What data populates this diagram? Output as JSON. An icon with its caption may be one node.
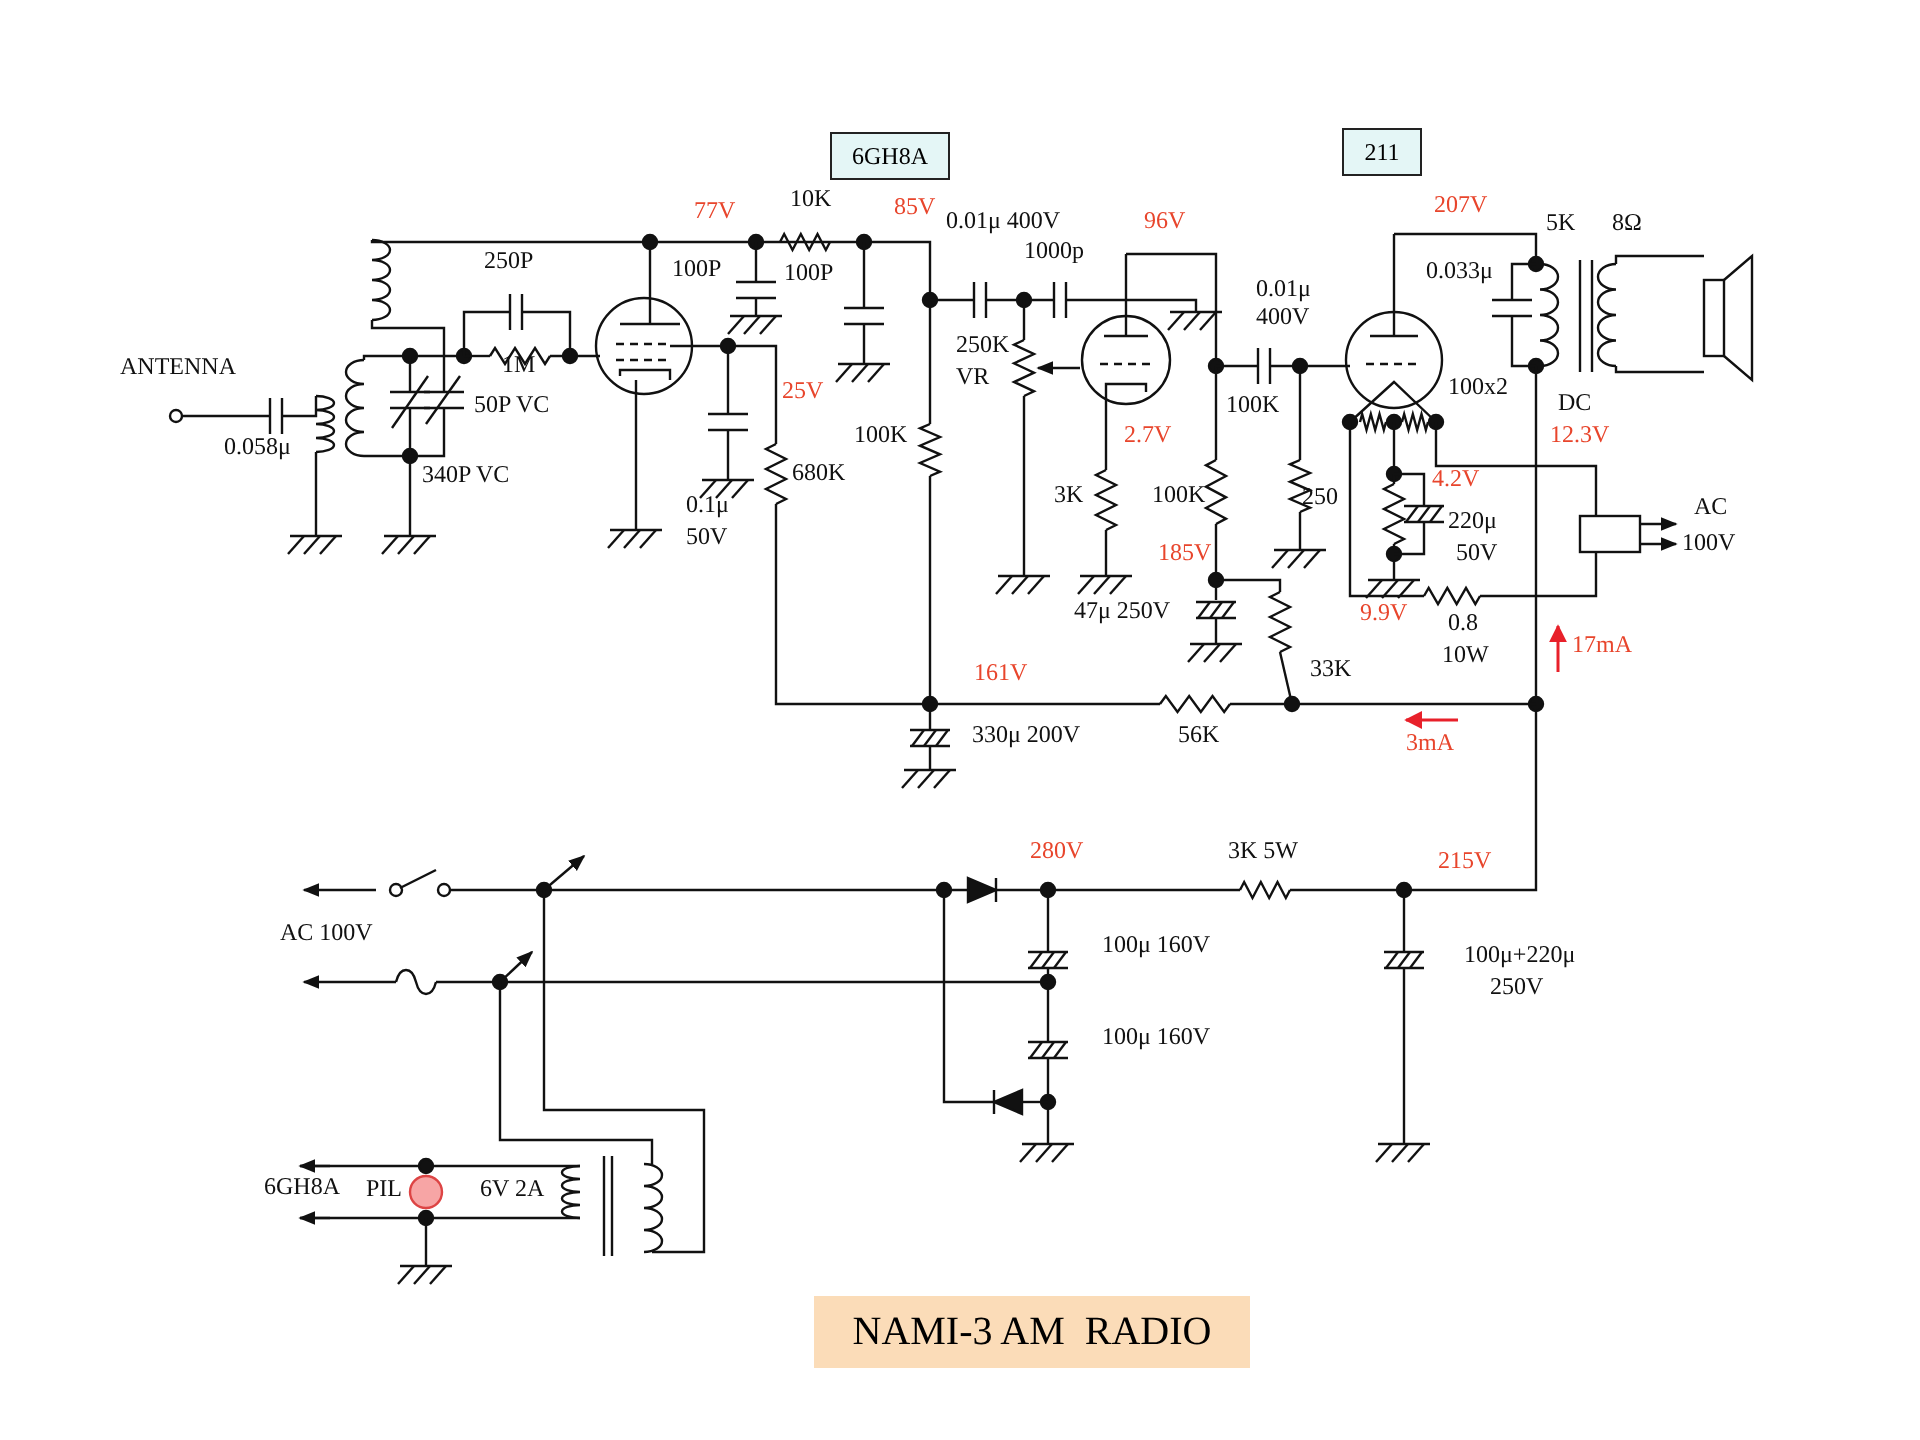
{
  "diagram": {
    "title": "NAMI-3 AM  RADIO",
    "nodes": [
      {
        "text": [
          "6GH8A"
        ]
      },
      {
        "text": [
          "211"
        ]
      }
    ],
    "labels": [
      "77V",
      "10K",
      "85V",
      "0.01μ  400V",
      "96V",
      "207V",
      "5K",
      "8Ω",
      "250P",
      "100P",
      "100P",
      "1000p",
      "0.033μ",
      "0.01μ",
      "400V",
      "ANTENNA",
      "50P  VC",
      "1M",
      "25V",
      "250K",
      "VR",
      "100K",
      "100x2",
      "DC",
      "0.058μ",
      "340P  VC",
      "680K",
      "100K",
      "2.7V",
      "4.2V",
      "12.3V",
      "0.1μ",
      "50V",
      "3K",
      "100K",
      "185V",
      "250",
      "220μ",
      "50V",
      "AC",
      "100V",
      "47μ  250V",
      "9.9V",
      "0.8",
      "10W",
      "17mA",
      "161V",
      "33K",
      "330μ  200V",
      "56K",
      "3mA",
      "280V",
      "3K  5W",
      "215V",
      "AC 100V",
      "100μ  160V",
      "100μ+220μ",
      "250V",
      "100μ  160V",
      "6GH8A",
      "PIL",
      "6V  2A"
    ]
  }
}
